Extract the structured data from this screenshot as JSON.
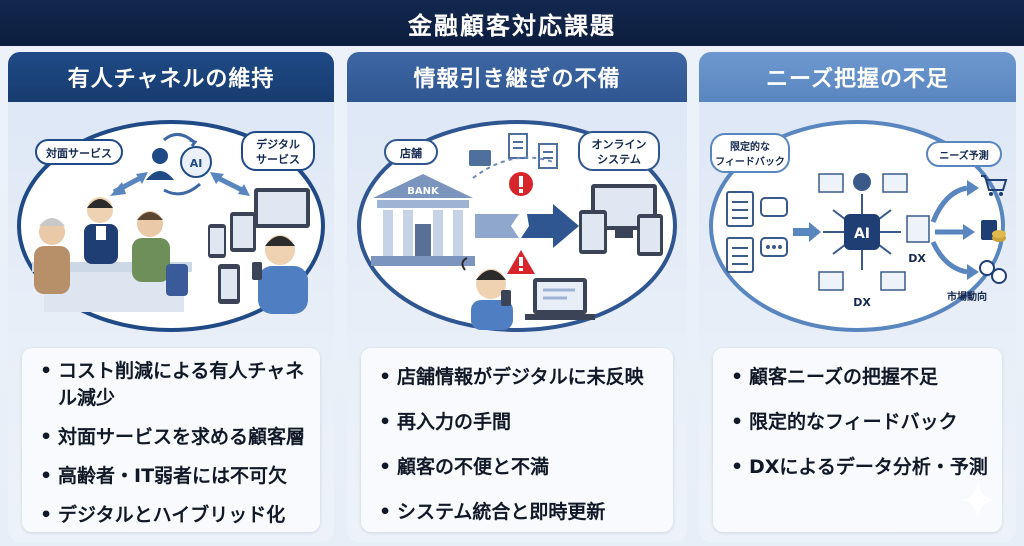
{
  "title": "金融顧客対応課題",
  "panels": [
    {
      "header": "有人チャネルの維持",
      "labels": {
        "face": "対面サービス",
        "digital_l1": "デジタル",
        "digital_l2": "サービス",
        "ai": "AI"
      },
      "bullets": [
        "コスト削減による有人チャネル減少",
        "対面サービスを求める顧客層",
        "高齢者・IT弱者には不可欠",
        "デジタルとハイブリッド化"
      ]
    },
    {
      "header": "情報引き継ぎの不備",
      "labels": {
        "store": "店舗",
        "online_l1": "オンライン",
        "online_l2": "システム",
        "bank": "BANK"
      },
      "bullets": [
        "店舗情報がデジタルに未反映",
        "再入力の手間",
        "顧客の不便と不満",
        "システム統合と即時更新"
      ]
    },
    {
      "header": "ニーズ把握の不足",
      "labels": {
        "feedback_l1": "限定的な",
        "feedback_l2": "フィードバック",
        "forecast": "ニーズ予測",
        "ai": "AI",
        "dx_right": "DX",
        "dx_bottom": "DX",
        "market": "市場動向"
      },
      "bullets": [
        "顧客ニーズの把握不足",
        "限定的なフィードバック",
        "DXによるデータ分析・予測"
      ]
    }
  ],
  "colors": {
    "navy": "#14284f",
    "accent_blue": "#3e67a4",
    "light_blue": "#6d98cf",
    "alert_red": "#d7262b"
  }
}
